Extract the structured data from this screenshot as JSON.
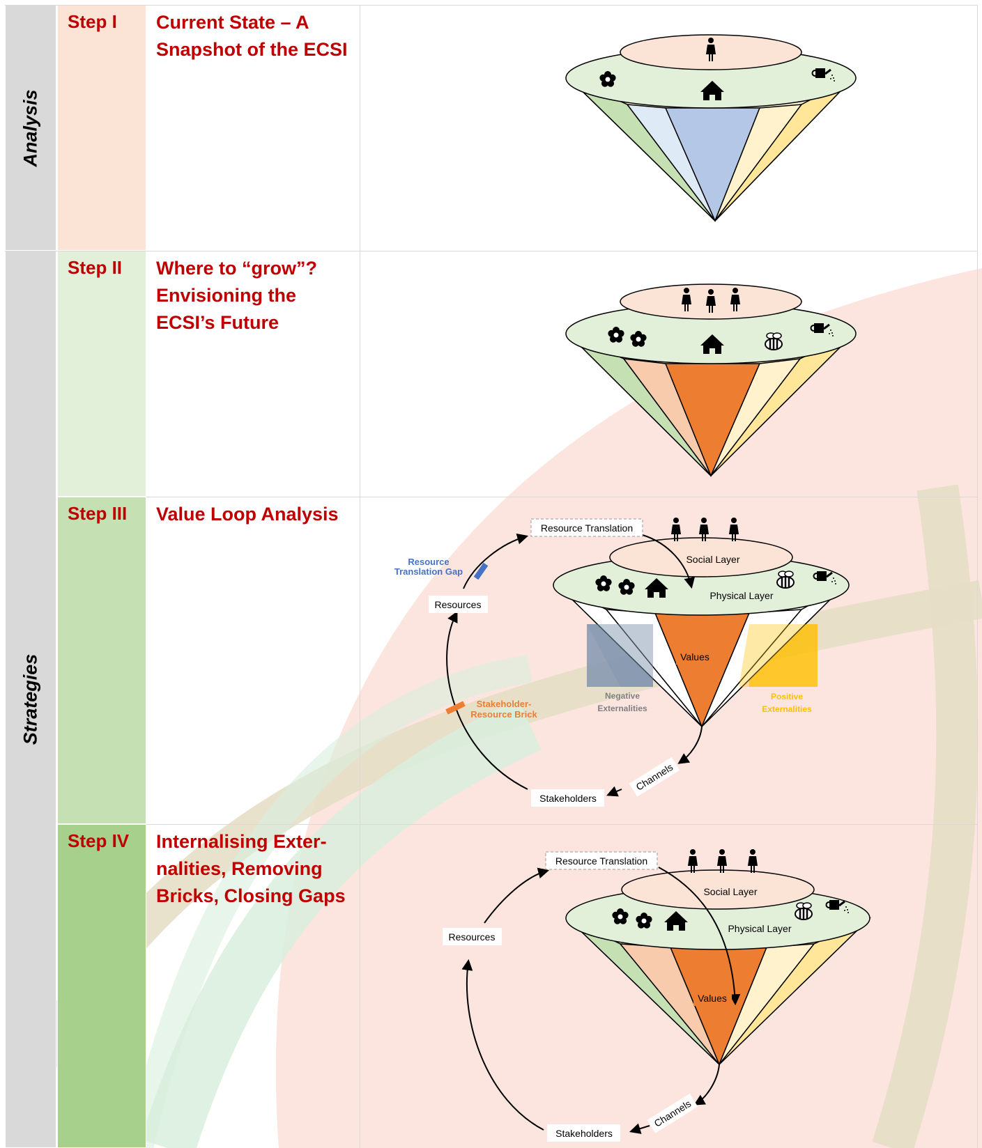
{
  "rows": {
    "analysis_label": "Analysis",
    "strategies_label": "Strategies"
  },
  "steps": [
    {
      "step": "Step I",
      "title": "Current State – A Snapshot of the ECSI"
    },
    {
      "step": "Step II",
      "title": "Where to “grow”? Envisioning the ECSI’s Future"
    },
    {
      "step": "Step III",
      "title": "Value Loop Analysis"
    },
    {
      "step": "Step IV",
      "title": "Internalising Exter-nalities, Removing Bricks, Closing Gaps"
    }
  ],
  "diagram3": {
    "resource_translation": "Resource Translation",
    "social_layer": "Social Layer",
    "physical_layer": "Physical Layer",
    "values": "Values",
    "resources": "Resources",
    "stakeholders": "Stakeholders",
    "channels": "Channels",
    "gap_line1": "Resource",
    "gap_line2": "Translation Gap",
    "brick_line1": "Stakeholder-",
    "brick_line2": "Resource Brick",
    "neg_line1": "Negative",
    "neg_line2": "Externalities",
    "pos_line1": "Positive",
    "pos_line2": "Externalities"
  },
  "diagram4": {
    "resource_translation": "Resource Translation",
    "social_layer": "Social Layer",
    "physical_layer": "Physical Layer",
    "values": "Values",
    "resources": "Resources",
    "stakeholders": "Stakeholders",
    "channels": "Channels"
  },
  "colors": {
    "step_red": "#c00000",
    "stage1_bg": "#fbe4d6",
    "stage2_bg": "#e2efd9",
    "stage3_bg": "#c5e0b3",
    "stage4_bg": "#a8d08d",
    "orange": "#ed7d31",
    "blue": "#4472c4",
    "yellow": "#ffc000",
    "gray": "#7f7f7f"
  }
}
